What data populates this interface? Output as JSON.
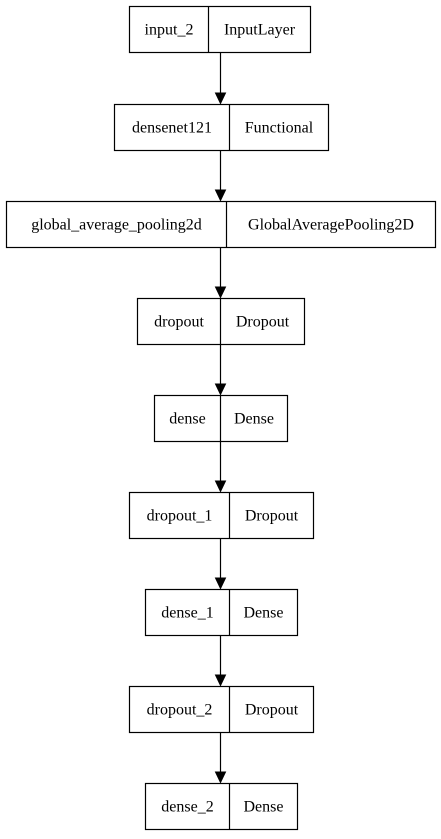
{
  "diagram": {
    "type": "keras-model-plot",
    "nodes": [
      {
        "name": "input_2",
        "type": "InputLayer"
      },
      {
        "name": "densenet121",
        "type": "Functional"
      },
      {
        "name": "global_average_pooling2d",
        "type": "GlobalAveragePooling2D"
      },
      {
        "name": "dropout",
        "type": "Dropout"
      },
      {
        "name": "dense",
        "type": "Dense"
      },
      {
        "name": "dropout_1",
        "type": "Dropout"
      },
      {
        "name": "dense_1",
        "type": "Dense"
      },
      {
        "name": "dropout_2",
        "type": "Dropout"
      },
      {
        "name": "dense_2",
        "type": "Dense"
      }
    ],
    "edges": [
      {
        "from": "input_2",
        "to": "densenet121"
      },
      {
        "from": "densenet121",
        "to": "global_average_pooling2d"
      },
      {
        "from": "global_average_pooling2d",
        "to": "dropout"
      },
      {
        "from": "dropout",
        "to": "dense"
      },
      {
        "from": "dense",
        "to": "dropout_1"
      },
      {
        "from": "dropout_1",
        "to": "dense_1"
      },
      {
        "from": "dense_1",
        "to": "dropout_2"
      },
      {
        "from": "dropout_2",
        "to": "dense_2"
      }
    ]
  }
}
